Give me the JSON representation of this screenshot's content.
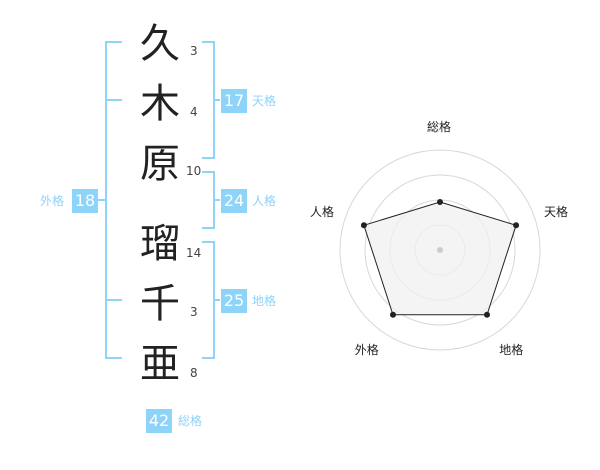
{
  "name": {
    "chars": [
      {
        "char": "久",
        "strokes": "3"
      },
      {
        "char": "木",
        "strokes": "4"
      },
      {
        "char": "原",
        "strokes": "10"
      },
      {
        "char": "瑠",
        "strokes": "14"
      },
      {
        "char": "千",
        "strokes": "3"
      },
      {
        "char": "亜",
        "strokes": "8"
      }
    ]
  },
  "kakusu": {
    "tenkaku": {
      "value": "17",
      "label": "天格"
    },
    "jinkaku": {
      "value": "24",
      "label": "人格"
    },
    "chikaku": {
      "value": "25",
      "label": "地格"
    },
    "gaikaku": {
      "value": "18",
      "label": "外格"
    },
    "soukaku": {
      "value": "42",
      "label": "総格"
    }
  },
  "chart_data": {
    "type": "radar",
    "axes": [
      "総格",
      "天格",
      "地格",
      "外格",
      "人格"
    ],
    "values": [
      0.48,
      0.8,
      0.8,
      0.8,
      0.8
    ],
    "rings": 4
  },
  "colors": {
    "accent": "#8ed3f8",
    "text": "#222222",
    "radar_fill": "#f0f0f0",
    "radar_line": "#222222",
    "ring": "#d8d8d8"
  }
}
